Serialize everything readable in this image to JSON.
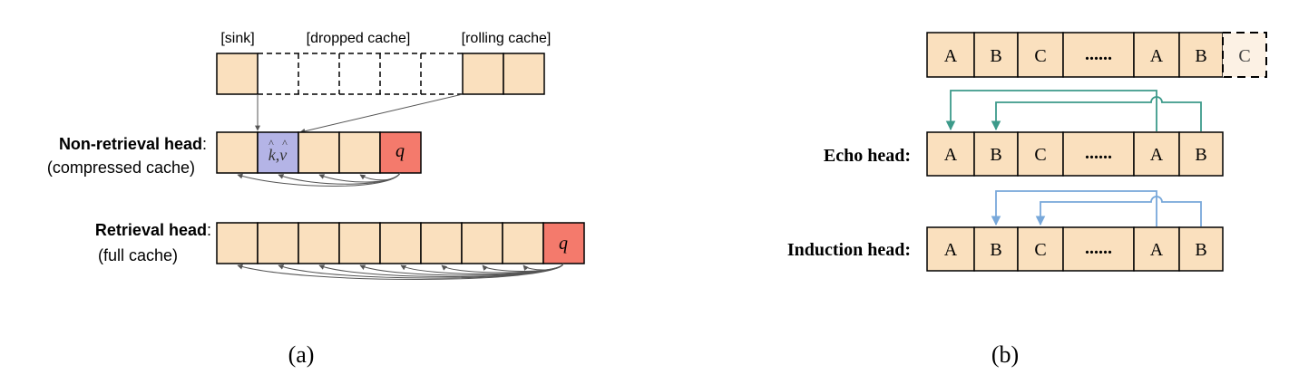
{
  "panel_a": {
    "cache_labels": {
      "sink": "[sink]",
      "dropped": "[dropped cache]",
      "rolling": "[rolling cache]"
    },
    "non_retrieval": {
      "title": "Non-retrieval head",
      "colon": ":",
      "subtitle": "(compressed cache)"
    },
    "retrieval": {
      "title": "Retrieval head",
      "colon": ":",
      "subtitle": "(full cache)"
    },
    "compressed_cell": {
      "k": "k",
      "comma": ",",
      "v": "v",
      "hat": "^"
    },
    "query": "q",
    "caption": "(a)"
  },
  "panel_b": {
    "top_row": [
      "A",
      "B",
      "C",
      "......",
      "A",
      "B",
      "C"
    ],
    "echo_label": "Echo head:",
    "echo_row": [
      "A",
      "B",
      "C",
      "......",
      "A",
      "B"
    ],
    "induction_label": "Induction head:",
    "induction_row": [
      "A",
      "B",
      "C",
      "......",
      "A",
      "B"
    ],
    "caption": "(b)"
  },
  "colors": {
    "cell": "#FAE0BE",
    "compressed": "#B4B4E6",
    "query": "#F47A6C",
    "echo_arrow": "#3C9A8A",
    "induction_arrow": "#78A8DA",
    "attention_arc": "#555555"
  }
}
